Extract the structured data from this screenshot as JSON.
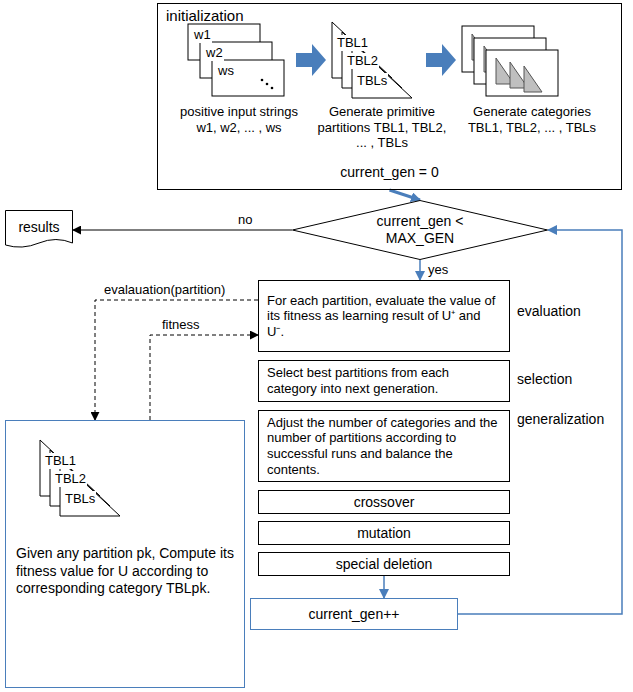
{
  "diagram": {
    "nodes": [
      {
        "text": [
          "initialization",
          "current_gen = 0"
        ]
      },
      {
        "text": [
          "results"
        ]
      },
      {
        "text": [
          "current_gen < MAX_GEN"
        ]
      },
      {
        "text": [
          "For each partition, evaluate the value of its fitness as learning result of U⁺ and U⁻.",
          "evaluation"
        ]
      },
      {
        "text": [
          "Select best partitions from each category into next generation.",
          "selection"
        ]
      },
      {
        "text": [
          "Adjust the number of categories and the number of partitions according to successful runs and balance the contents.",
          "generalization"
        ]
      },
      {
        "text": [
          "crossover"
        ]
      },
      {
        "text": [
          "mutation"
        ]
      },
      {
        "text": [
          "special deletion"
        ]
      },
      {
        "text": [
          "current_gen++"
        ]
      },
      {
        "text": [
          "Given any partition pk, Compute its fitness value for U according to corresponding category TBLpk."
        ]
      }
    ],
    "edges": [
      {
        "from": 0,
        "to": 2,
        "arrow": "to"
      },
      {
        "from": 2,
        "to": 1,
        "arrow": "to",
        "label": "no"
      },
      {
        "from": 2,
        "to": 3,
        "arrow": "to",
        "label": "yes"
      },
      {
        "from": 8,
        "to": 9,
        "arrow": "to"
      },
      {
        "from": 9,
        "to": 2,
        "arrow": "to"
      },
      {
        "from": 3,
        "to": 10,
        "arrow": "to",
        "label": "evalauation(partition)"
      },
      {
        "from": 10,
        "to": 3,
        "arrow": "to",
        "label": "fitness"
      }
    ],
    "labels": [
      "w1",
      "w2",
      "ws",
      "positive input strings w1, w2, ... , ws",
      "TBL1",
      "TBL2",
      "TBLs",
      "Generate primitive partitions TBL1, TBL2, ... , TBLs",
      "Generate categories TBL1, TBL2, ... , TBLs",
      "TBL1",
      "TBL2",
      "TBLs"
    ]
  }
}
